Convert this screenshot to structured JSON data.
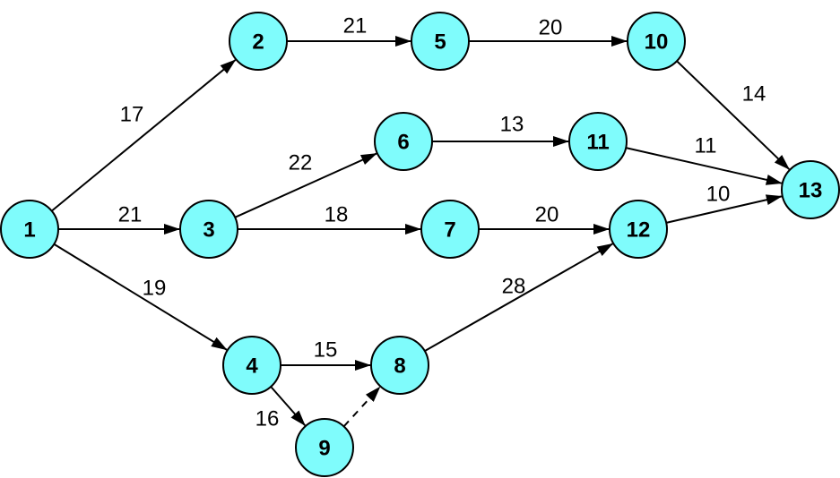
{
  "colors": {
    "node_fill": "#7ffcfc",
    "stroke": "#000000",
    "background": "#ffffff"
  },
  "nodes": [
    {
      "id": "1",
      "label": "1"
    },
    {
      "id": "2",
      "label": "2"
    },
    {
      "id": "3",
      "label": "3"
    },
    {
      "id": "4",
      "label": "4"
    },
    {
      "id": "5",
      "label": "5"
    },
    {
      "id": "6",
      "label": "6"
    },
    {
      "id": "7",
      "label": "7"
    },
    {
      "id": "8",
      "label": "8"
    },
    {
      "id": "9",
      "label": "9"
    },
    {
      "id": "10",
      "label": "10"
    },
    {
      "id": "11",
      "label": "11"
    },
    {
      "id": "12",
      "label": "12"
    },
    {
      "id": "13",
      "label": "13"
    }
  ],
  "edges": [
    {
      "from": "1",
      "to": "2",
      "weight": "17",
      "dashed": false
    },
    {
      "from": "1",
      "to": "3",
      "weight": "21",
      "dashed": false
    },
    {
      "from": "1",
      "to": "4",
      "weight": "19",
      "dashed": false
    },
    {
      "from": "2",
      "to": "5",
      "weight": "21",
      "dashed": false
    },
    {
      "from": "3",
      "to": "6",
      "weight": "22",
      "dashed": false
    },
    {
      "from": "3",
      "to": "7",
      "weight": "18",
      "dashed": false
    },
    {
      "from": "4",
      "to": "8",
      "weight": "15",
      "dashed": false
    },
    {
      "from": "4",
      "to": "9",
      "weight": "16",
      "dashed": false
    },
    {
      "from": "9",
      "to": "8",
      "weight": "",
      "dashed": true
    },
    {
      "from": "5",
      "to": "10",
      "weight": "20",
      "dashed": false
    },
    {
      "from": "6",
      "to": "11",
      "weight": "13",
      "dashed": false
    },
    {
      "from": "7",
      "to": "12",
      "weight": "20",
      "dashed": false
    },
    {
      "from": "8",
      "to": "12",
      "weight": "28",
      "dashed": false
    },
    {
      "from": "10",
      "to": "13",
      "weight": "14",
      "dashed": false
    },
    {
      "from": "11",
      "to": "13",
      "weight": "11",
      "dashed": false
    },
    {
      "from": "12",
      "to": "13",
      "weight": "10",
      "dashed": false
    }
  ]
}
